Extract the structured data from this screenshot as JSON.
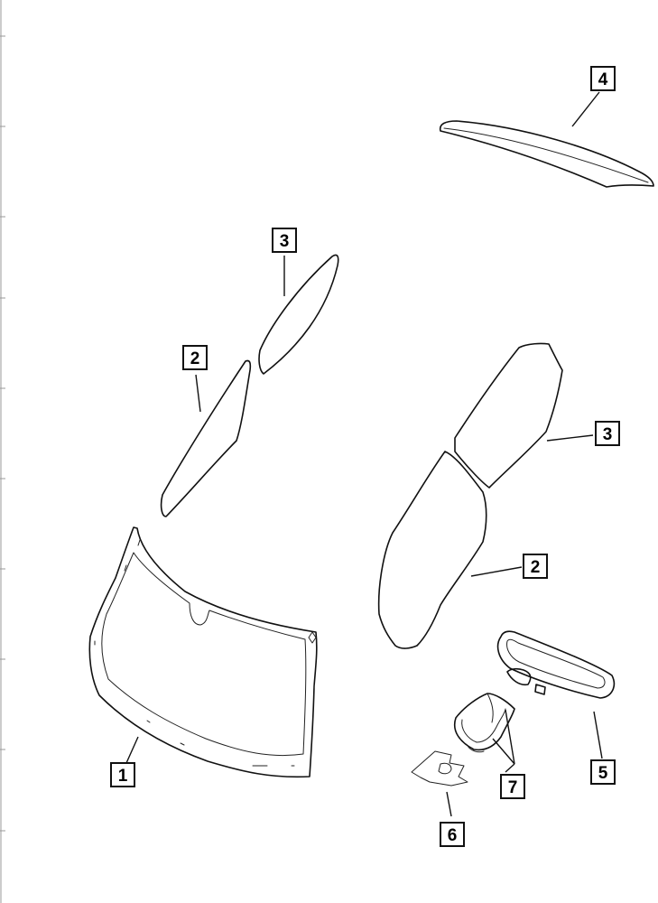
{
  "callouts": {
    "c1": "1",
    "c2a": "2",
    "c2b": "2",
    "c3a": "3",
    "c3b": "3",
    "c4": "4",
    "c5": "5",
    "c6": "6",
    "c7": "7"
  }
}
